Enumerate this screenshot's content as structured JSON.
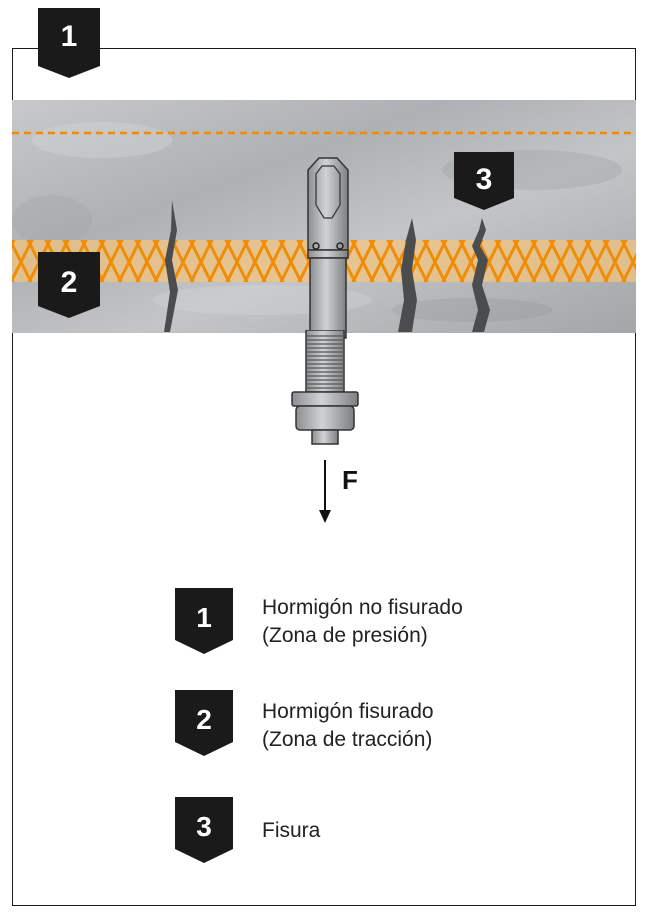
{
  "figure_badge": {
    "number": "1"
  },
  "diagram": {
    "force_label": "F",
    "badge_tension": "2",
    "badge_crack": "3"
  },
  "legend": {
    "items": [
      {
        "number": "1",
        "line1": "Hormigón no fisurado",
        "line2": "(Zona de presión)"
      },
      {
        "number": "2",
        "line1": "Hormigón fisurado",
        "line2": "(Zona de tracción)"
      },
      {
        "number": "3",
        "line1": "Fisura",
        "line2": ""
      }
    ]
  },
  "colors": {
    "accent": "#f5a623",
    "badge": "#1a1a1a",
    "concrete": "#b9bcbe"
  }
}
